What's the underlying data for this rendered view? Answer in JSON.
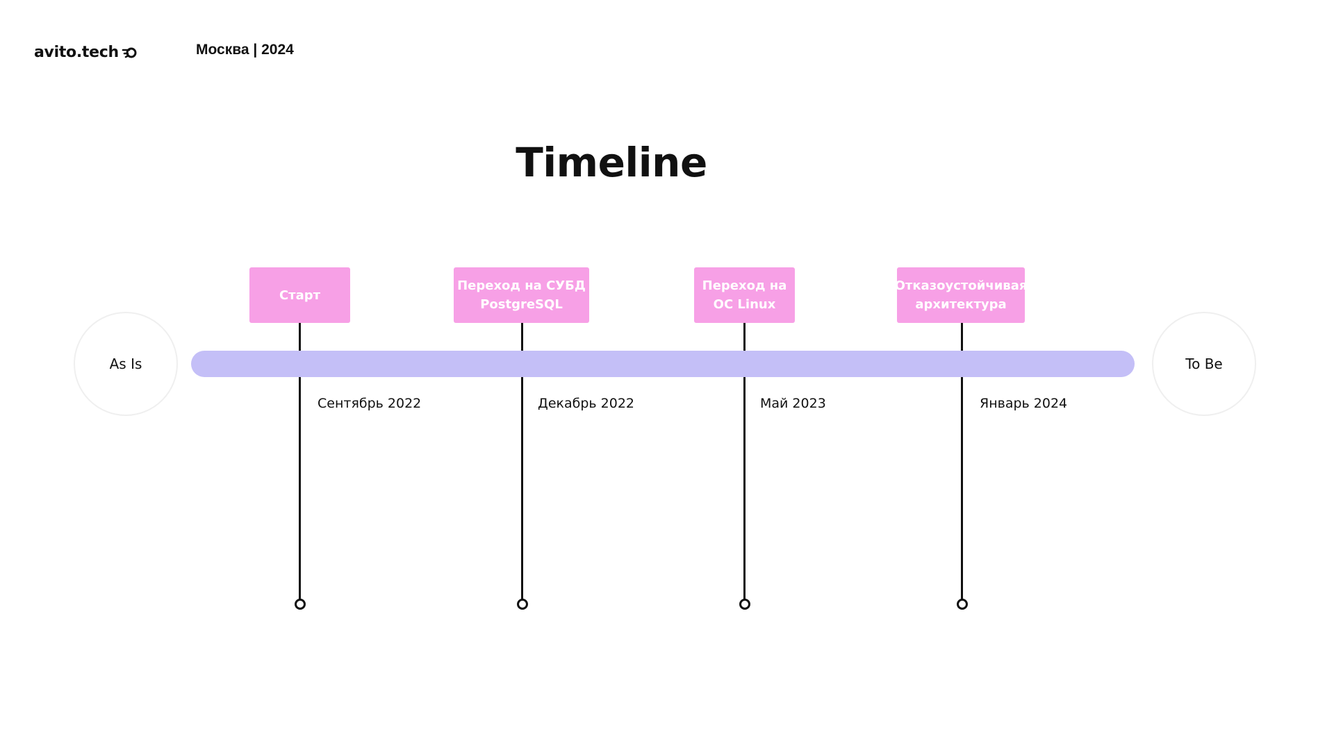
{
  "header": {
    "logo_text": "avito.tech",
    "logo_icon": "avito-swirl-icon",
    "meta": "Москва | 2024"
  },
  "title": "Timeline",
  "timeline": {
    "start_label": "As Is",
    "end_label": "To Be",
    "bar_color": "#c4bff7",
    "milestone_color": "#f7a0e6",
    "milestones": [
      {
        "label": "Старт",
        "date": "Сентябрь 2022"
      },
      {
        "label": "Переход на СУБД PostgreSQL",
        "date": "Декабрь 2022"
      },
      {
        "label": "Переход на ОС Linux",
        "date": "Май 2023"
      },
      {
        "label": "Отказоустойчивая архитектура",
        "date": "Январь 2024"
      }
    ]
  }
}
